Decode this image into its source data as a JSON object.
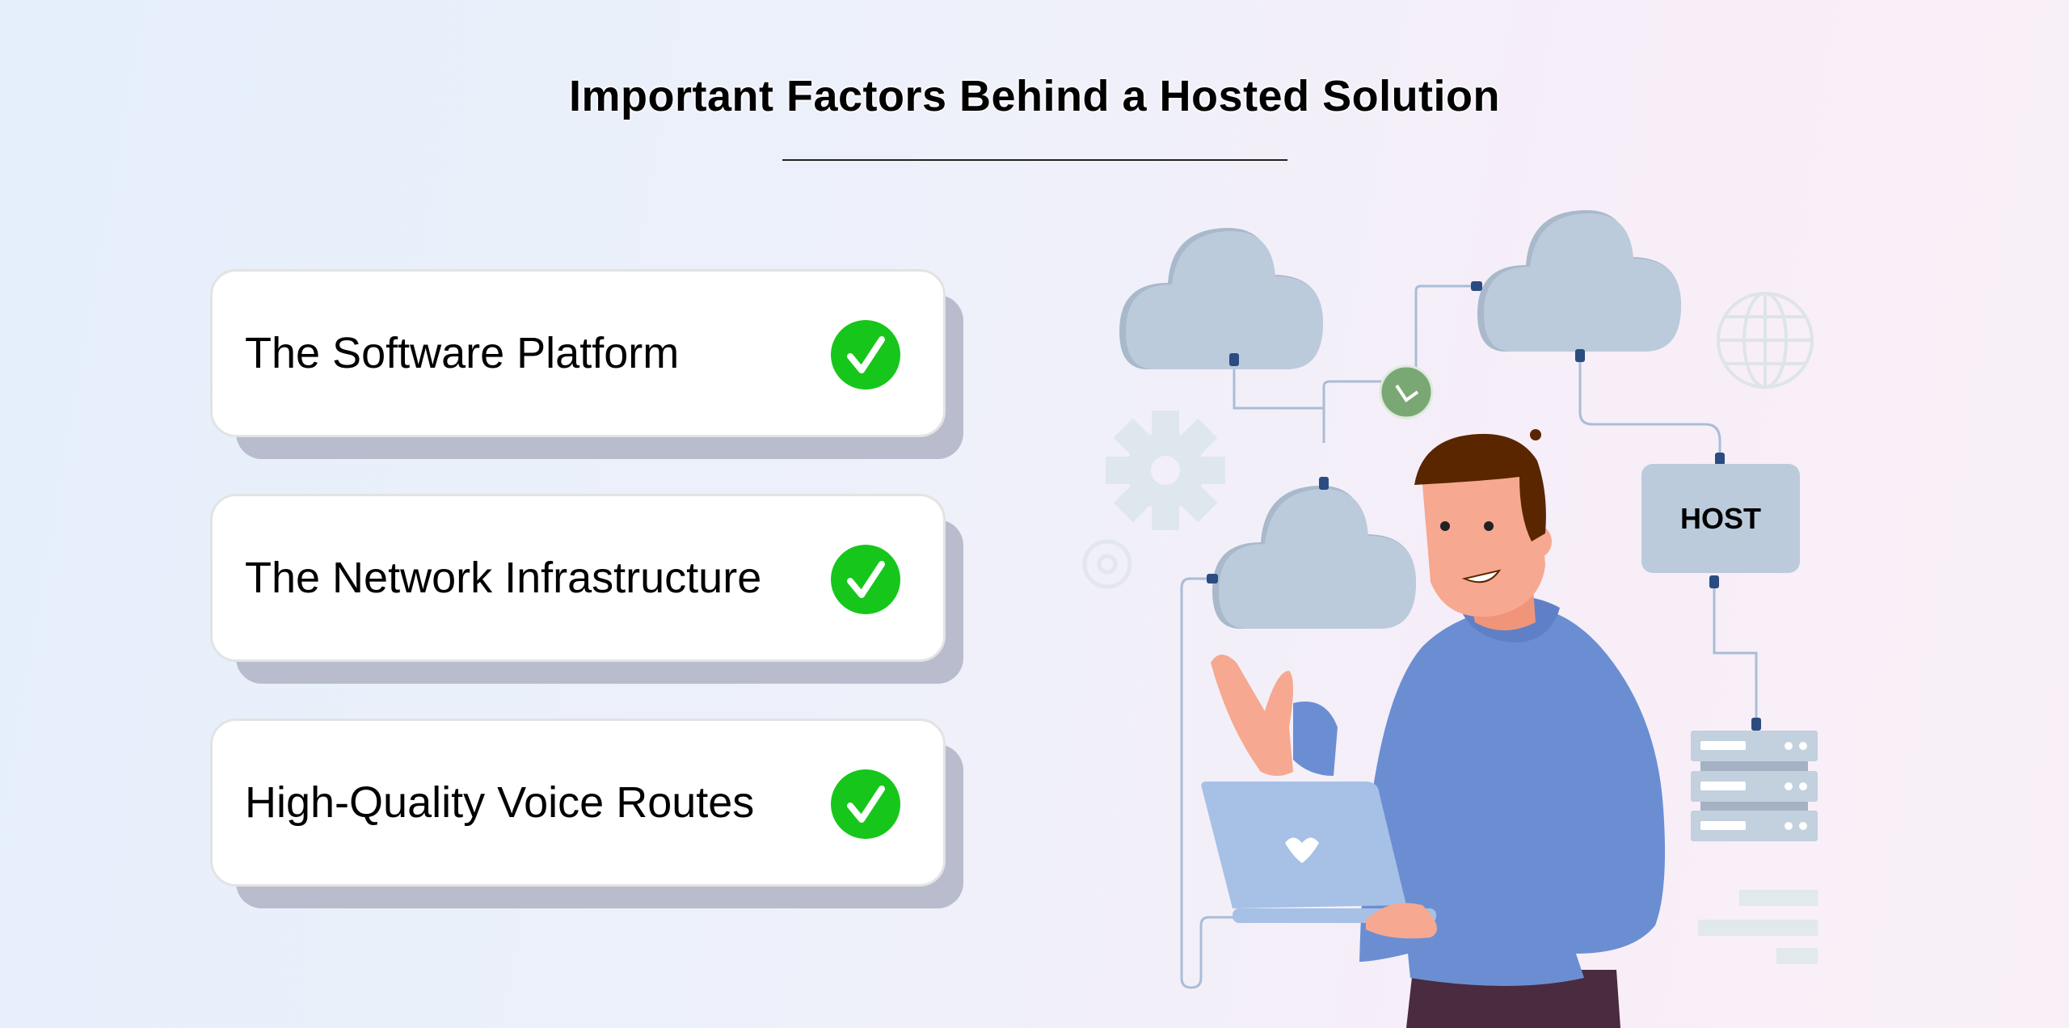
{
  "title": "Important Factors Behind a Hosted Solution",
  "factors": [
    {
      "label": "The Software Platform",
      "checked": true
    },
    {
      "label": "The Network Infrastructure",
      "checked": true
    },
    {
      "label": "High-Quality Voice Routes",
      "checked": true
    }
  ],
  "illustration": {
    "host_label": "HOST"
  },
  "colors": {
    "check_green": "#17c61b",
    "cloud": "#bccbdc",
    "sweater": "#6b8ed3",
    "connector": "#2b4c80"
  }
}
